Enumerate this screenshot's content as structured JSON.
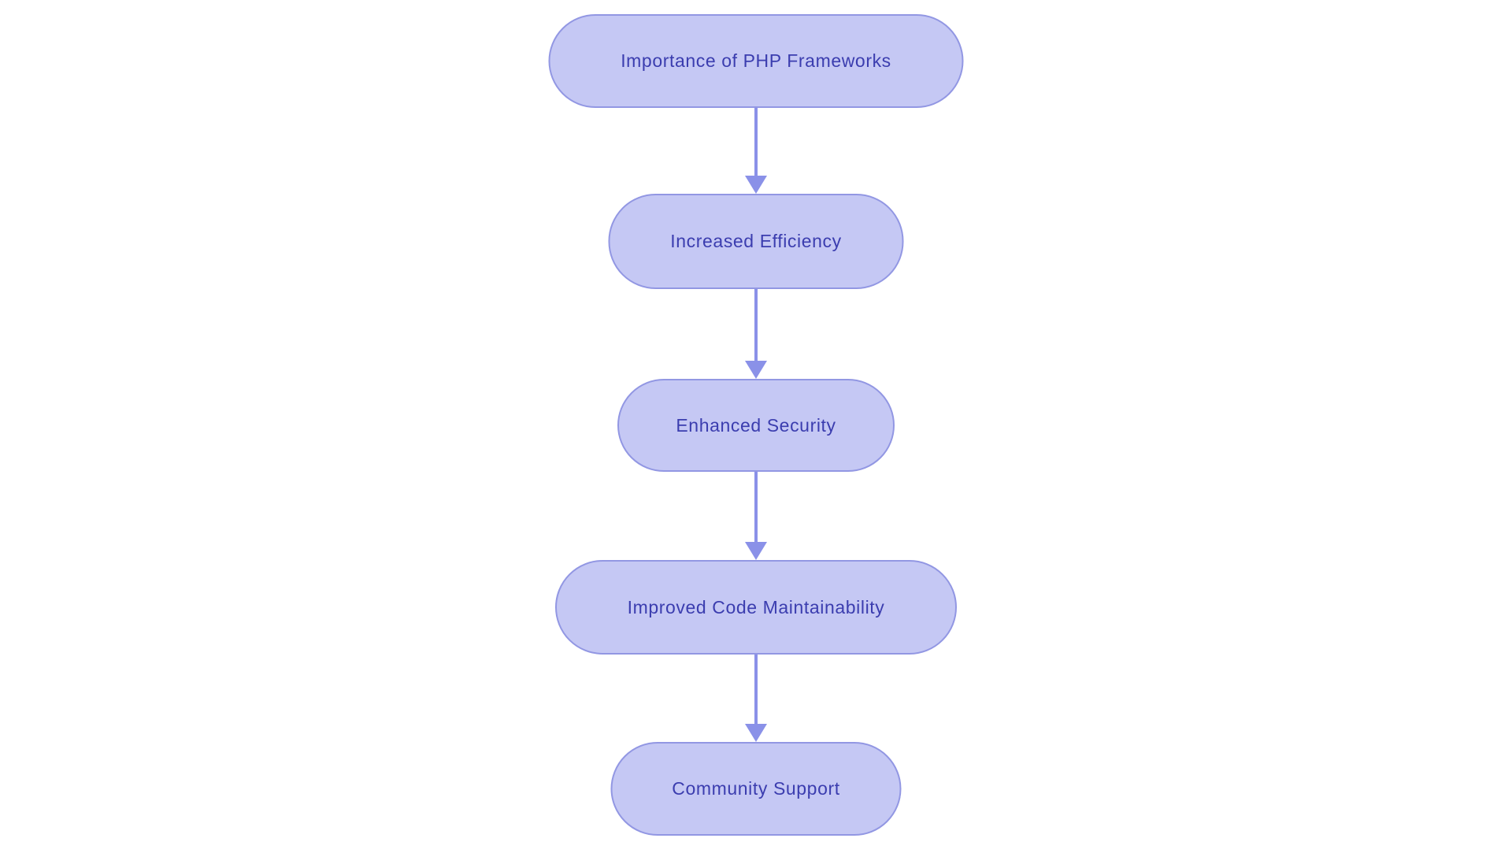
{
  "diagram": {
    "type": "flowchart",
    "direction": "top-down",
    "background": "#ffffff",
    "node_style": {
      "fill": "#c5c8f4",
      "border": "#9297e3",
      "text_color": "#3b3daf"
    },
    "arrow_color": "#8a91e8",
    "nodes": [
      {
        "id": "node-1",
        "label": "Importance of PHP Frameworks"
      },
      {
        "id": "node-2",
        "label": "Increased Efficiency"
      },
      {
        "id": "node-3",
        "label": "Enhanced Security"
      },
      {
        "id": "node-4",
        "label": "Improved Code Maintainability"
      },
      {
        "id": "node-5",
        "label": "Community Support"
      }
    ],
    "edges": [
      {
        "from": "Importance of PHP Frameworks",
        "to": "Increased Efficiency"
      },
      {
        "from": "Increased Efficiency",
        "to": "Enhanced Security"
      },
      {
        "from": "Enhanced Security",
        "to": "Improved Code Maintainability"
      },
      {
        "from": "Improved Code Maintainability",
        "to": "Community Support"
      }
    ]
  }
}
